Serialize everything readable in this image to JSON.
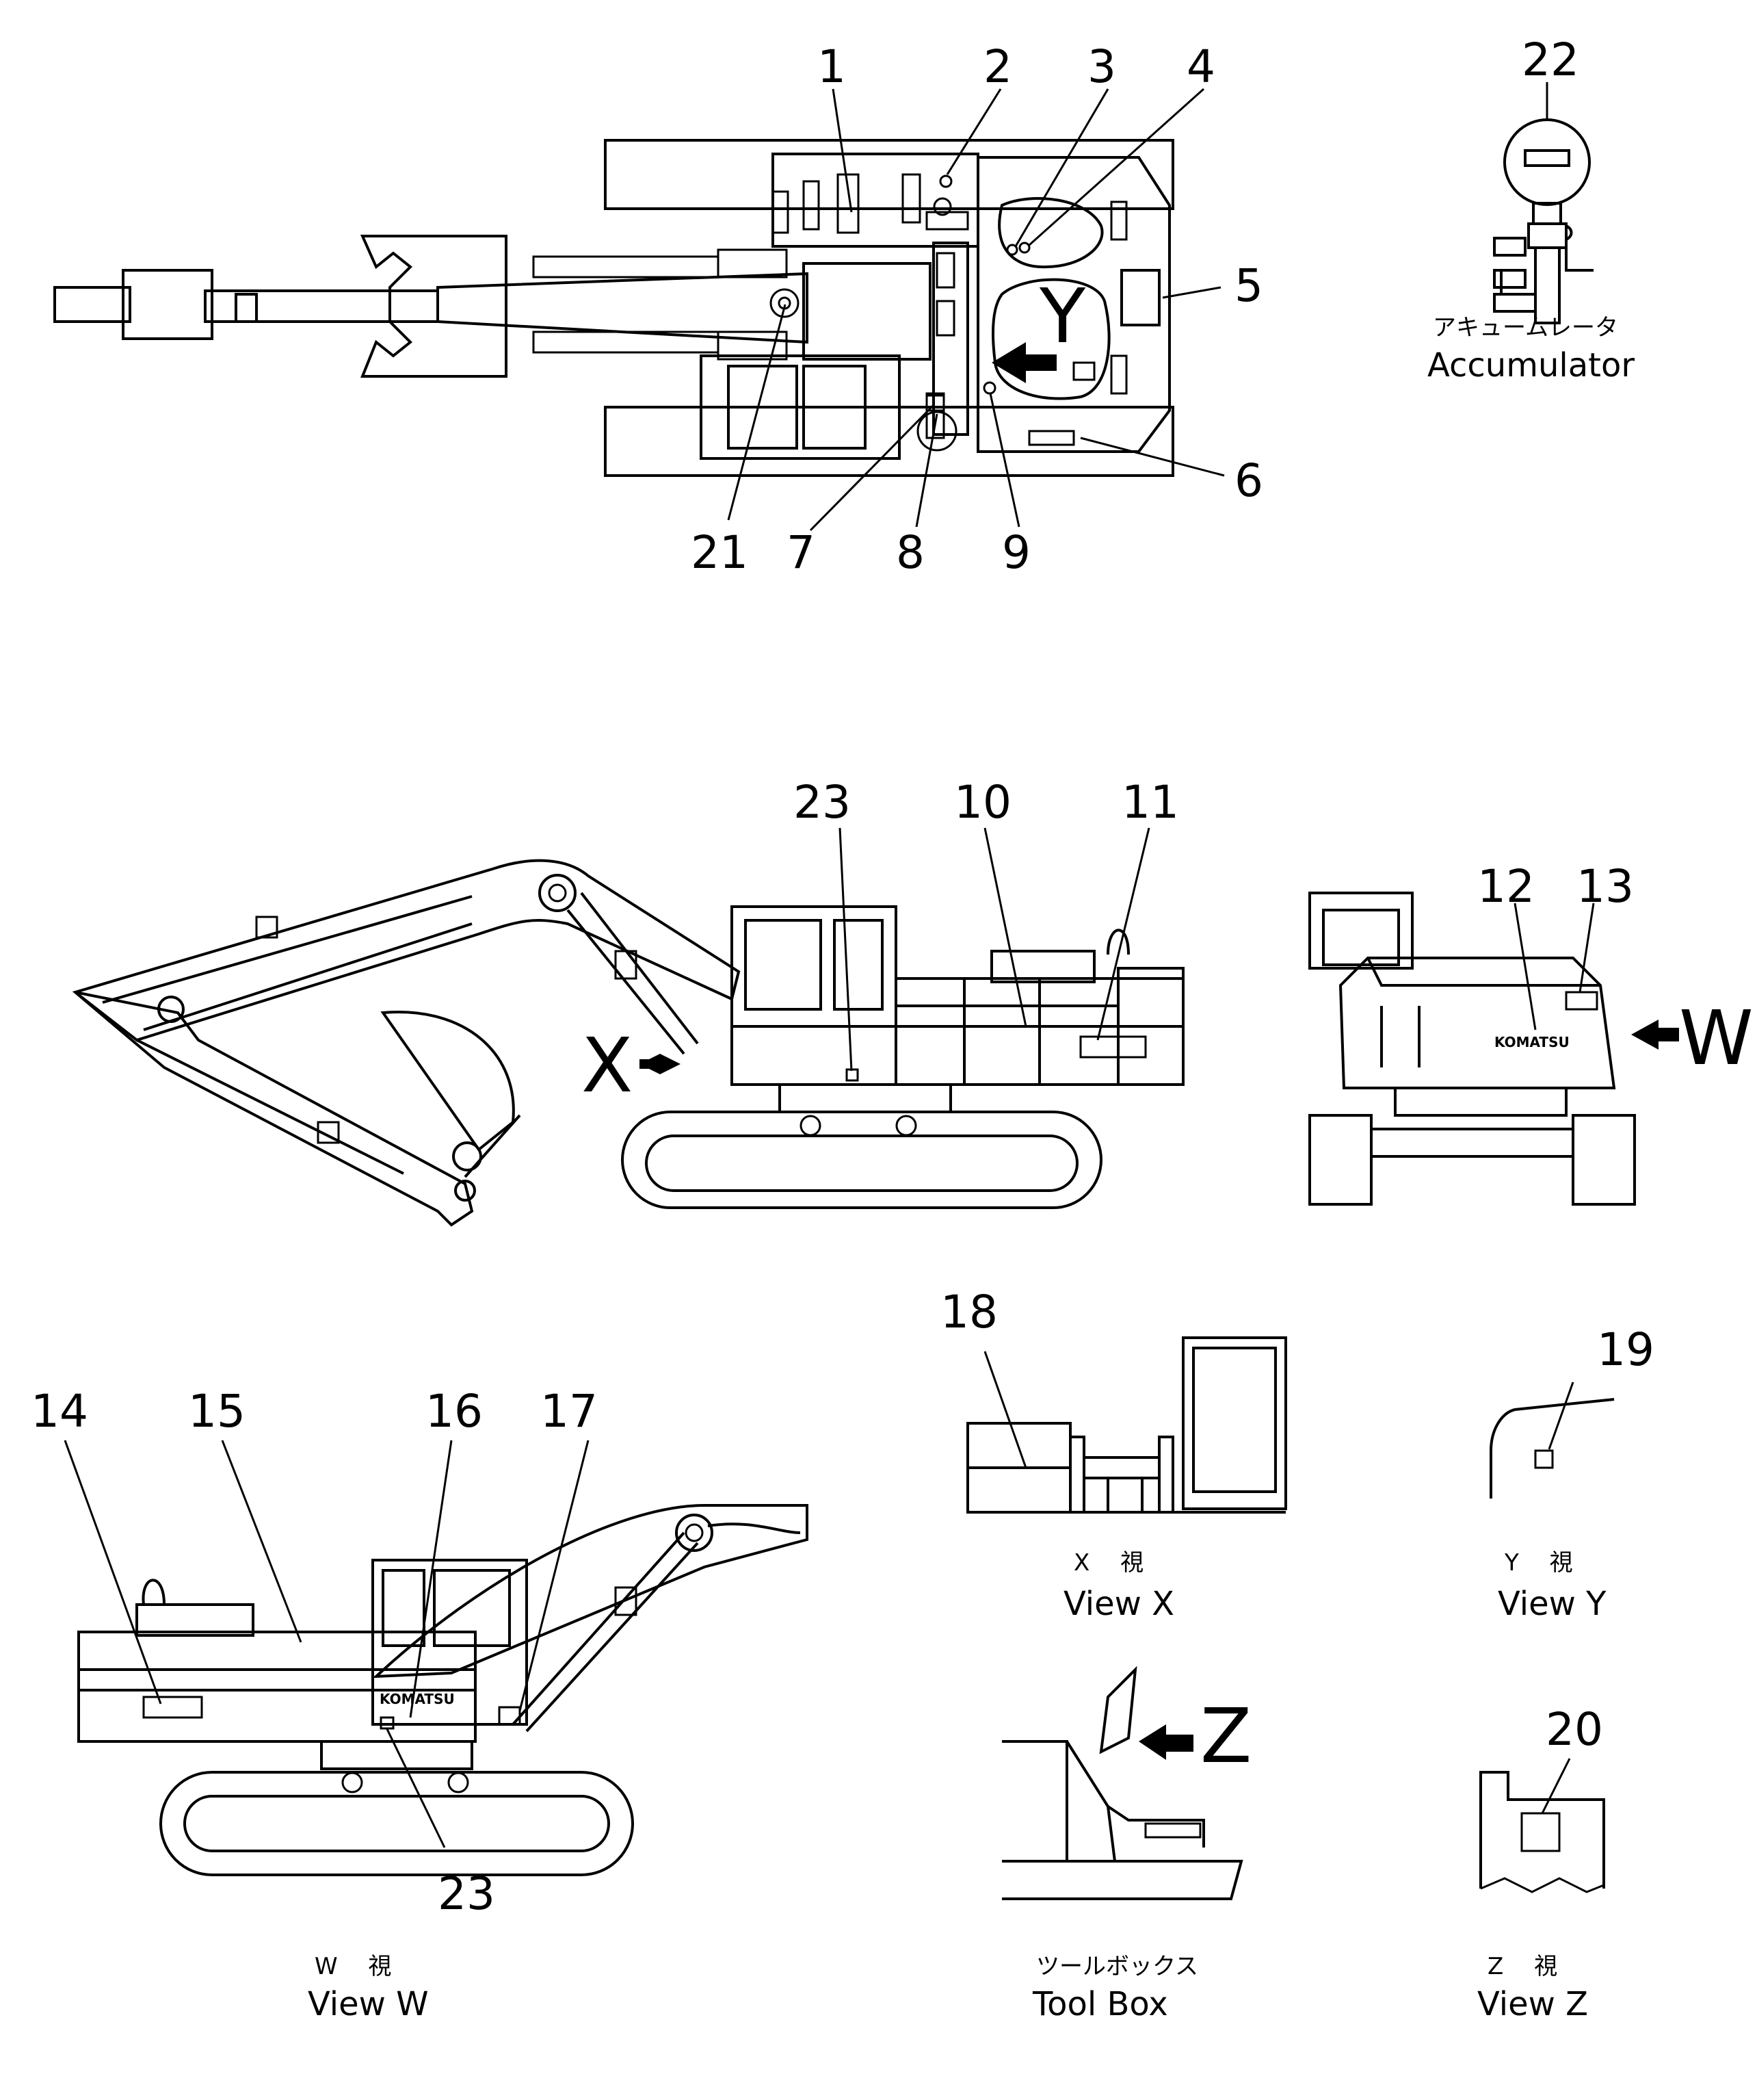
{
  "callouts": {
    "n1": "1",
    "n2": "2",
    "n3": "3",
    "n4": "4",
    "n5": "5",
    "n6": "6",
    "n7": "7",
    "n8": "8",
    "n9": "9",
    "n10": "10",
    "n11": "11",
    "n12": "12",
    "n13": "13",
    "n14": "14",
    "n15": "15",
    "n16": "16",
    "n17": "17",
    "n18": "18",
    "n19": "19",
    "n20": "20",
    "n21": "21",
    "n22": "22",
    "n23a": "23",
    "n23b": "23"
  },
  "view_markers": {
    "x": "X",
    "y": "Y",
    "w": "W",
    "z": "Z"
  },
  "brand": {
    "komatsu_side": "KOMATSU",
    "komatsu_rear": "KOMATSU"
  },
  "captions": {
    "accumulator_jp": "アキュームレータ",
    "accumulator_en": "Accumulator",
    "view_x_jp": "X　 視",
    "view_x_en": "View  X",
    "view_y_jp": "Y　 視",
    "view_y_en": "View  Y",
    "view_w_jp": "W　 視",
    "view_w_en": "View  W",
    "view_z_jp": "Z　 視",
    "view_z_en": "View  Z",
    "toolbox_jp": "ツールボックス",
    "toolbox_en": "Tool   Box"
  }
}
